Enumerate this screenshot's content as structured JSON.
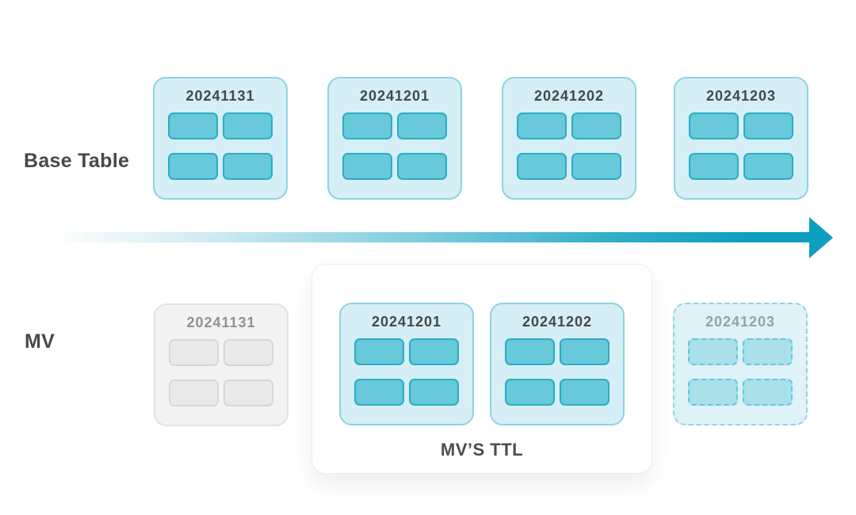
{
  "labels": {
    "base_row": "Base Table",
    "mv_row": "MV",
    "ttl_group": "MV’S TTL"
  },
  "base_table": {
    "partitions": [
      "20241131",
      "20241201",
      "20241202",
      "20241203"
    ]
  },
  "mv": {
    "expired_partition": "20241131",
    "ttl_partitions": [
      "20241201",
      "20241202"
    ],
    "future_partition": "20241203"
  },
  "timeline": {
    "direction": "left-to-right"
  },
  "colors": {
    "accent_teal": "#0d9ec0",
    "partition_bg": "#d6eef5",
    "partition_border": "#8fd3e1",
    "block_bg": "#67c9da",
    "block_border": "#2aadc5",
    "expired_bg": "#f3f3f3",
    "expired_block": "#e9e9e9",
    "future_bg": "#def2f7",
    "future_block": "#a9e0ea",
    "text_dark": "#45484c",
    "text_gray": "#8f9296"
  }
}
